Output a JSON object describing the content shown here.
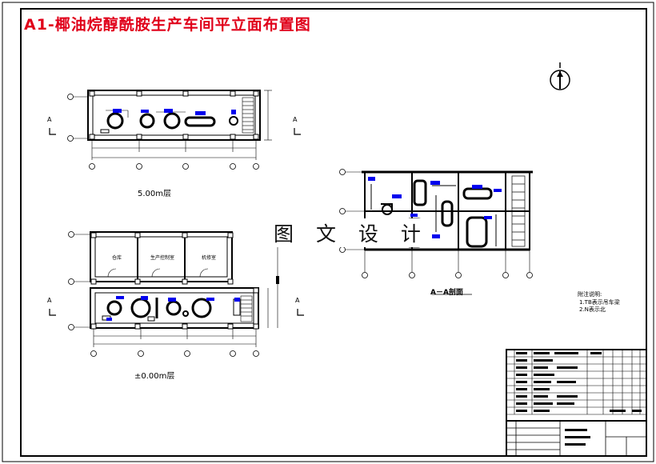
{
  "drawing": {
    "title": "A1-椰油烷醇酰胺生产车间平立面布置图",
    "watermark": "图 文 设 计",
    "colors": {
      "title": "#e0001a",
      "equipment_tag": "#0000ee",
      "line": "#000000"
    }
  },
  "upper_plan": {
    "level_label": "5.00m层",
    "section_mark": "A"
  },
  "lower_plan": {
    "level_label": "±0.00m层",
    "section_mark": "A",
    "rooms": [
      "仓库",
      "生产控制室",
      "机修室"
    ]
  },
  "section_view": {
    "label": "A－A剖面"
  },
  "notes": {
    "heading": "附注说明:",
    "lines": [
      "1.TB表示吊车梁",
      "2.N表示北"
    ]
  },
  "north_arrow": {
    "icon": "north-arrow-icon"
  }
}
